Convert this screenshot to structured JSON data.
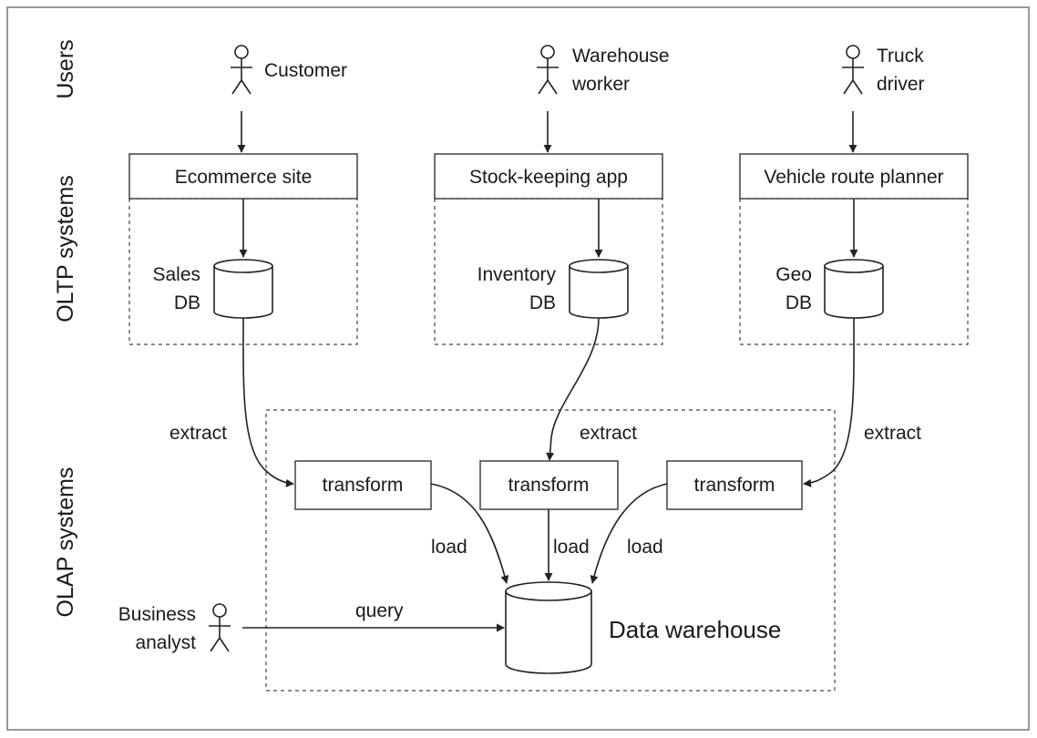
{
  "side_labels": {
    "users": "Users",
    "oltp": "OLTP systems",
    "olap": "OLAP systems"
  },
  "users": [
    {
      "line1": "Customer",
      "line2": ""
    },
    {
      "line1": "Warehouse",
      "line2": "worker"
    },
    {
      "line1": "Truck",
      "line2": "driver"
    }
  ],
  "apps": [
    "Ecommerce site",
    "Stock-keeping app",
    "Vehicle route planner"
  ],
  "databases": [
    {
      "line1": "Sales",
      "line2": "DB"
    },
    {
      "line1": "Inventory",
      "line2": "DB"
    },
    {
      "line1": "Geo",
      "line2": "DB"
    }
  ],
  "etl": {
    "extract": "extract",
    "transform": "transform",
    "load": "load"
  },
  "analyst": {
    "line1": "Business",
    "line2": "analyst"
  },
  "query": "query",
  "warehouse": "Data warehouse"
}
